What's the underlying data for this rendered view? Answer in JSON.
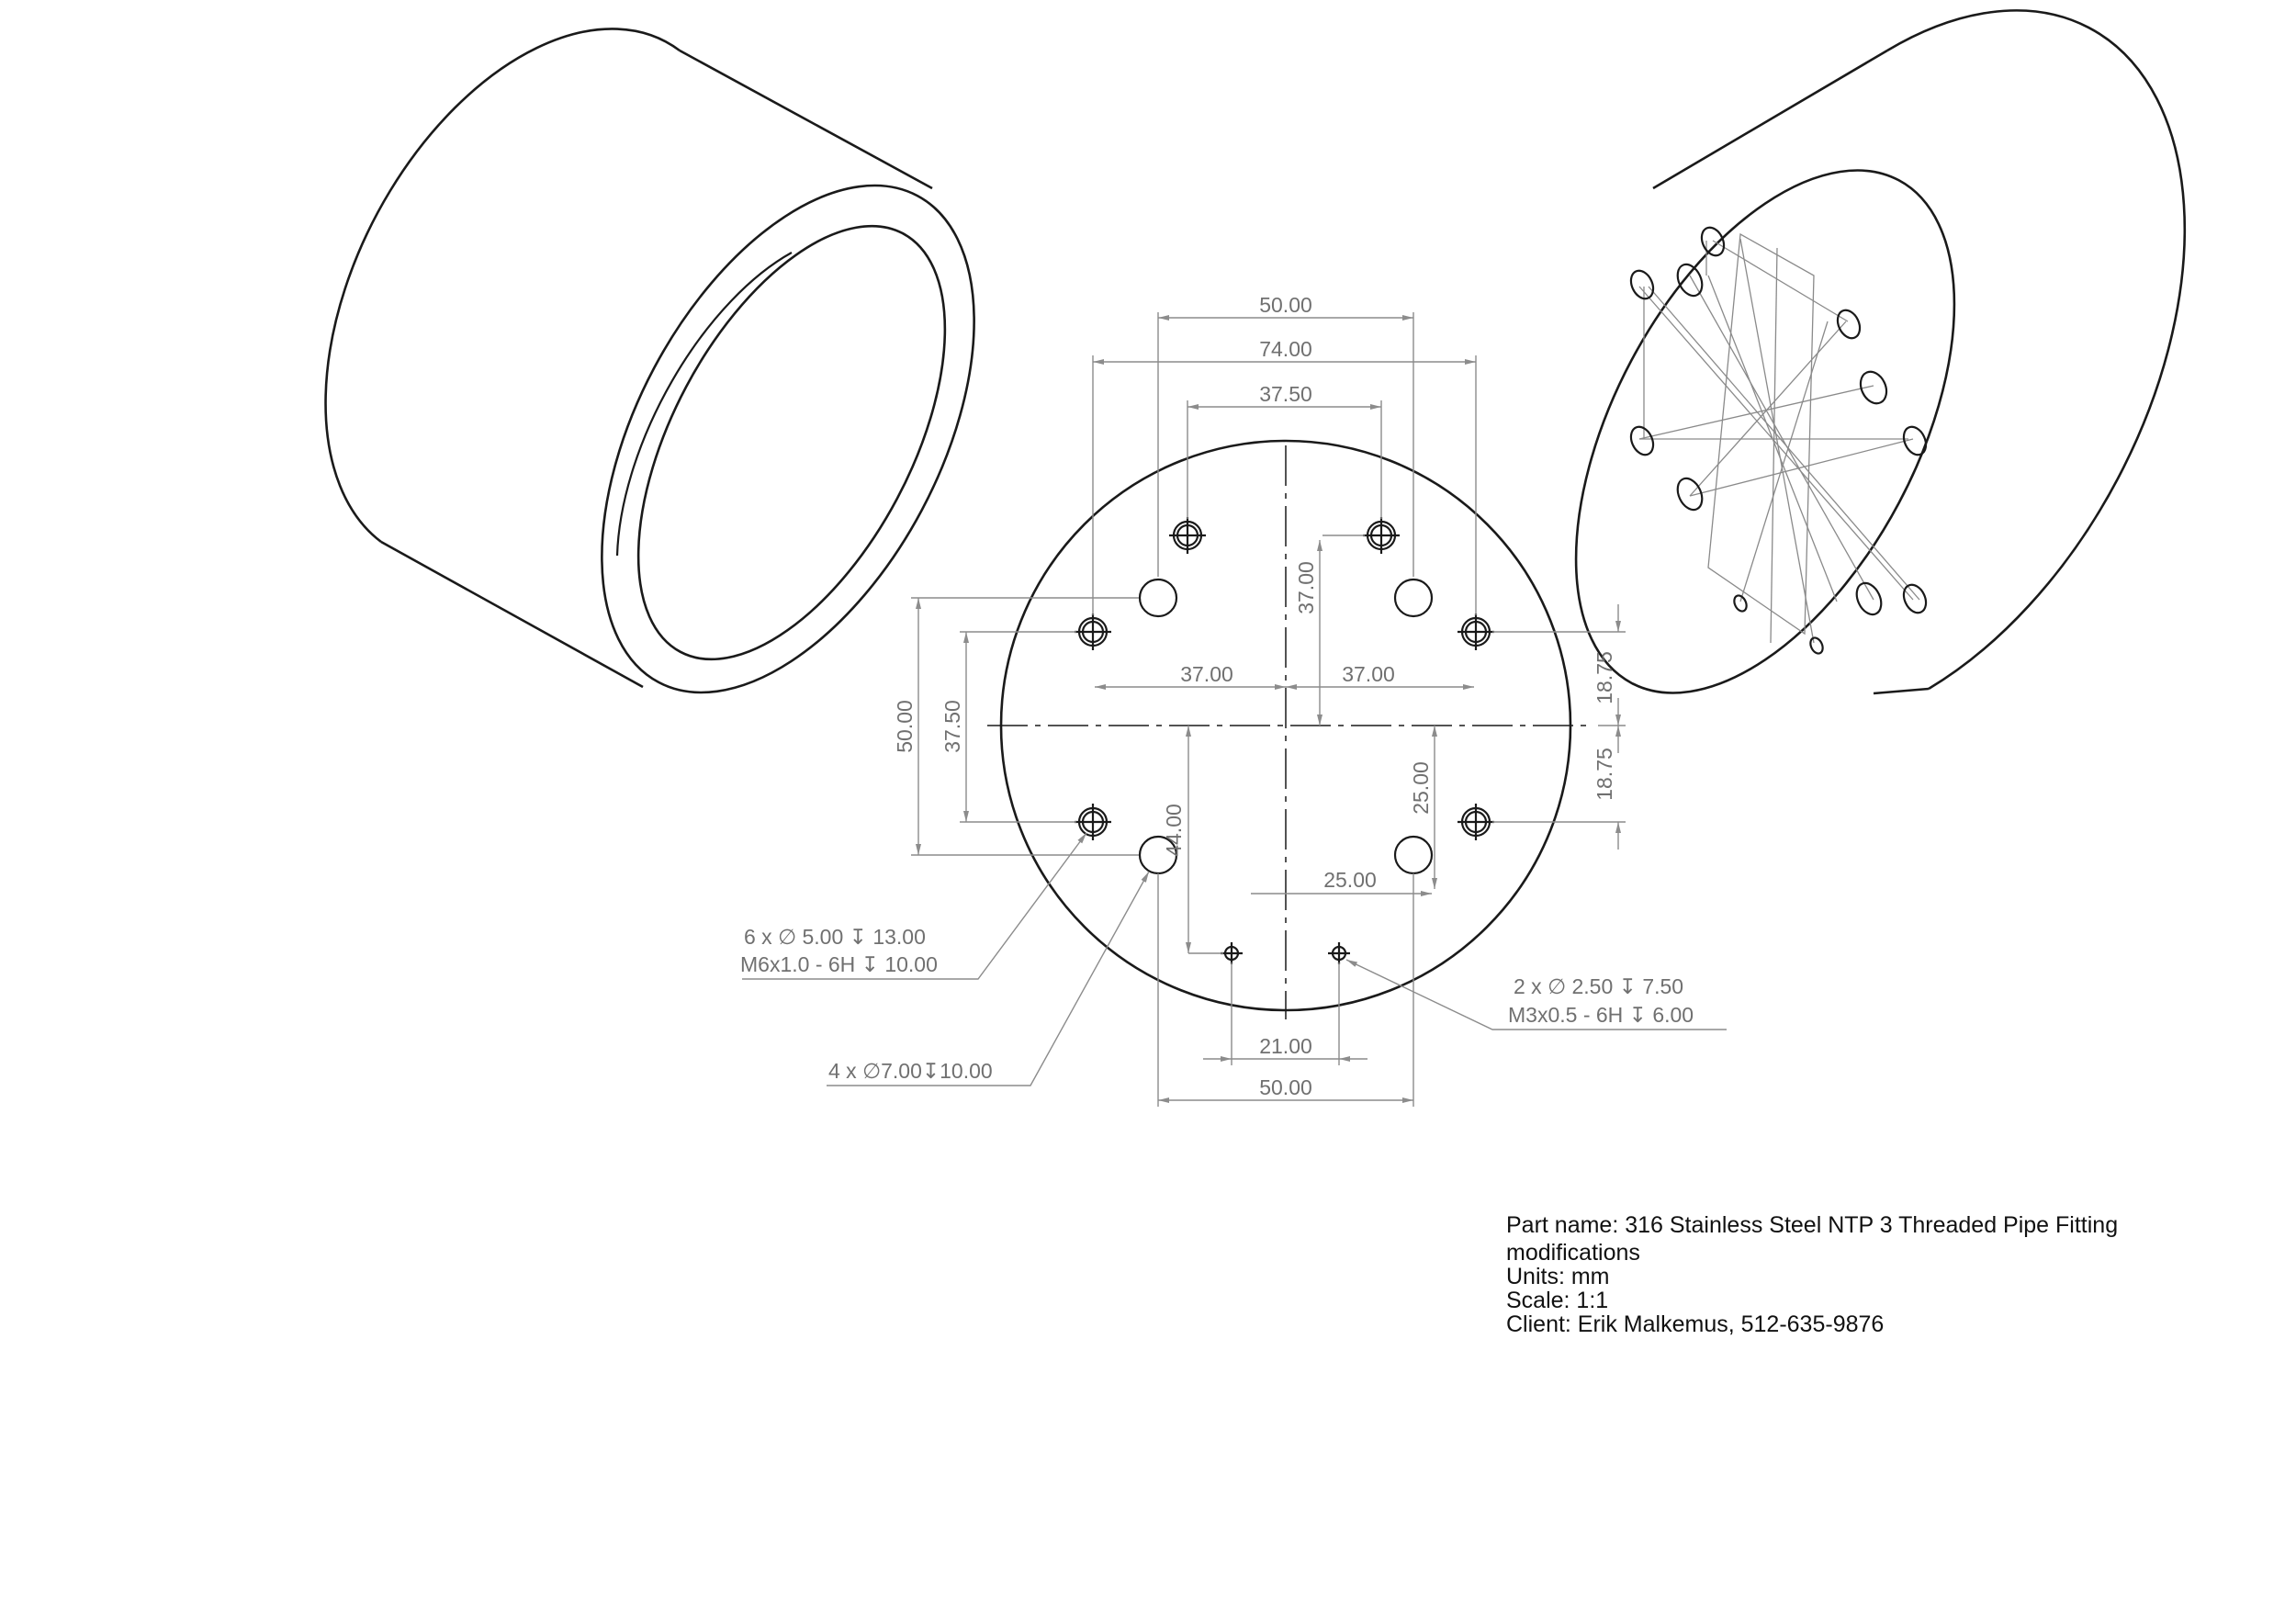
{
  "front_view": {
    "dimensions": {
      "top_50": "50.00",
      "top_74": "74.00",
      "top_37_5": "37.50",
      "vert_37": "37.00",
      "left_37": "37.00",
      "right_37": "37.00",
      "right_18_75_top": "18.75",
      "right_18_75_bottom": "18.75",
      "left_50": "50.00",
      "left_37_5": "37.50",
      "vert_44": "44.00",
      "vert_25": "25.00",
      "horiz_25": "25.00",
      "bottom_21": "21.00",
      "bottom_50": "50.00"
    },
    "notes": {
      "six_holes_line1": "6 x ∅ 5.00 ↧ 13.00",
      "six_holes_line2": "M6x1.0 - 6H ↧ 10.00",
      "four_holes": "4 x ∅7.00↧10.00",
      "two_holes_line1": "2 x ∅ 2.50 ↧ 7.50",
      "two_holes_line2": "M3x0.5 - 6H ↧ 6.00"
    }
  },
  "title_block": {
    "part_name_line1": "Part name: 316 Stainless Steel NTP 3 Threaded Pipe Fitting",
    "part_name_line2": "modifications",
    "units": "Units: mm",
    "scale": "Scale: 1:1",
    "client": "Client: Erik Malkemus, 512-635-9876"
  }
}
